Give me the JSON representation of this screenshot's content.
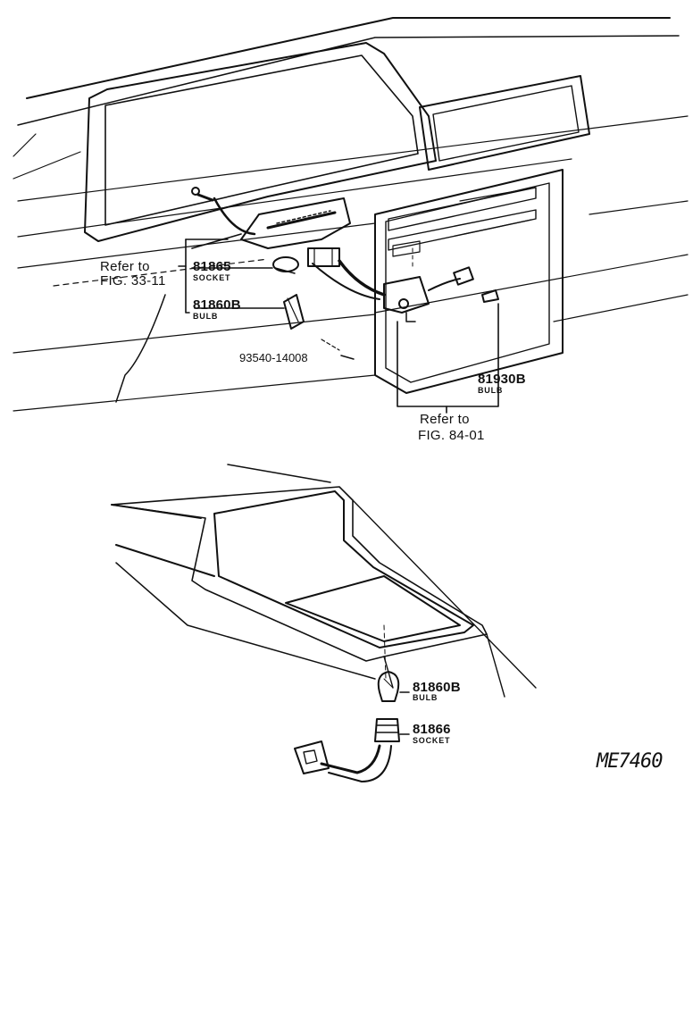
{
  "diagram": {
    "upper_assembly": {
      "refer_left": {
        "line1": "Refer to",
        "line2": "FIG. 33-11"
      },
      "socket_part": {
        "number": "81865",
        "name": "SOCKET"
      },
      "bulb_part_left": {
        "number": "81860B",
        "name": "BULB"
      },
      "screw_part": {
        "number": "93540-14008"
      },
      "bulb_part_right": {
        "number": "81930B",
        "name": "BULB"
      },
      "refer_right": {
        "line1": "Refer to",
        "line2": "FIG. 84-01"
      }
    },
    "lower_assembly": {
      "bulb_part": {
        "number": "81860B",
        "name": "BULB"
      },
      "socket_part": {
        "number": "81866",
        "name": "SOCKET"
      }
    },
    "drawing_code": "ME7460"
  }
}
